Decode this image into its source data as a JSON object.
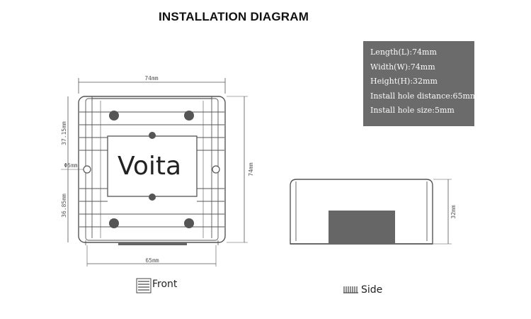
{
  "title": "INSTALLATION DIAGRAM",
  "specs": [
    "Length(L):74mm",
    "Width(W):74mm",
    "Height(H):32mm",
    "Install hole distance:65mm",
    "Install hole size:5mm"
  ],
  "front": {
    "brand": "Voita",
    "dim_top": "74mm",
    "dim_right": "74mm",
    "dim_bottom": "65mm",
    "dim_left_upper": "37.15mm",
    "dim_left_lower": "36.85mm",
    "dim_hole": "Φ5mm",
    "label": "Front"
  },
  "side": {
    "dim_right": "32mm",
    "label": "Side"
  },
  "colors": {
    "spec_bg": "#6b6b6b",
    "line": "#555555"
  }
}
